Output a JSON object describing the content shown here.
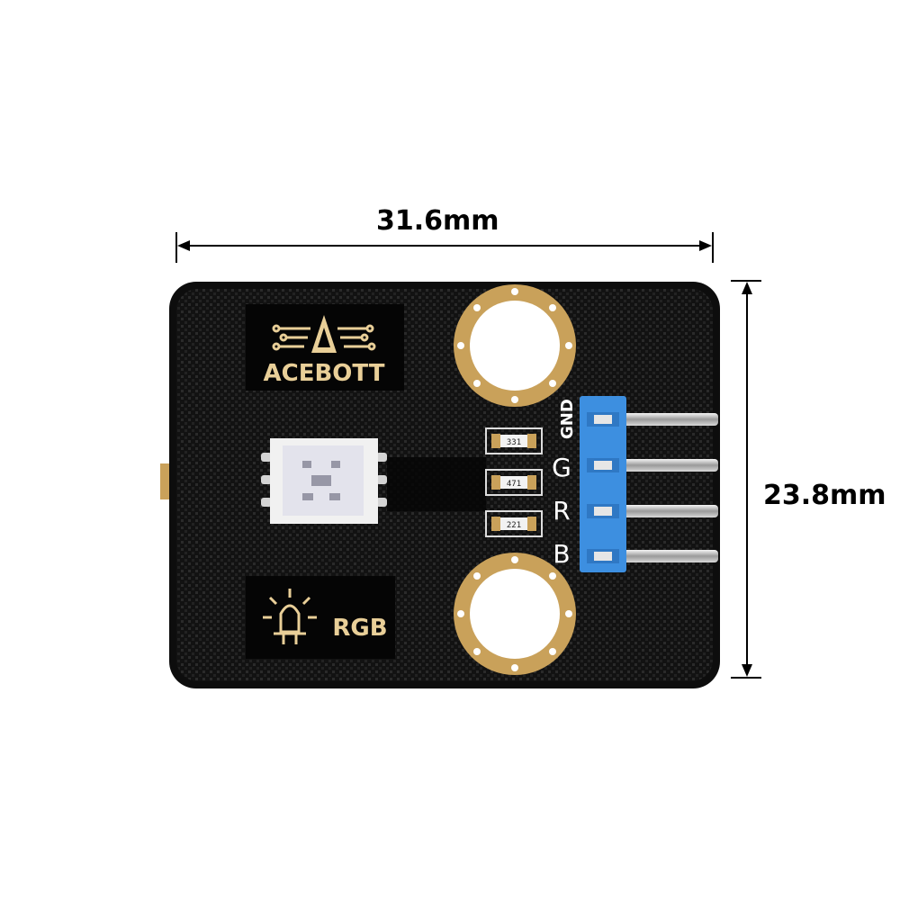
{
  "dimensions": {
    "width": "31.6mm",
    "height": "23.8mm"
  },
  "board": {
    "brand": "ACEBOTT",
    "module_label": "RGB",
    "pins": [
      "GND",
      "G",
      "R",
      "B"
    ],
    "resistors": [
      "331",
      "471",
      "221"
    ]
  },
  "colors": {
    "pcb": "#0f0f0f",
    "silkscreen": "#e9cf98",
    "header": "#3d8fe0",
    "pads": "#c9a15a"
  }
}
